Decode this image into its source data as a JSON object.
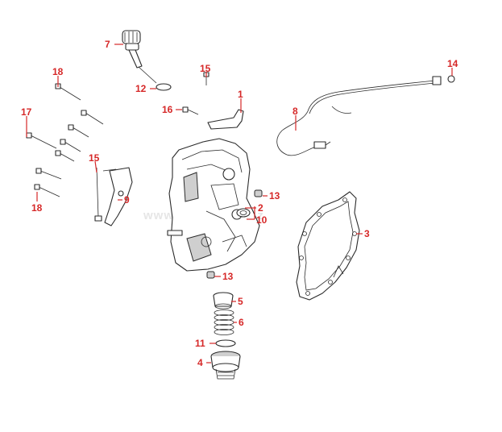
{
  "watermark": "www.____s____.cz",
  "callouts": {
    "c1": "1",
    "c2": "2",
    "c3": "3",
    "c4": "4",
    "c5": "5",
    "c6": "6",
    "c7": "7",
    "c8": "8",
    "c9": "9",
    "c10": "10",
    "c11": "11",
    "c12": "12",
    "c13a": "13",
    "c13b": "13",
    "c14": "14",
    "c15a": "15",
    "c15b": "15",
    "c16": "16",
    "c17": "17",
    "c18a": "18",
    "c18b": "18"
  },
  "colors": {
    "callout": "#d62828",
    "ink": "#2b2b2b"
  }
}
